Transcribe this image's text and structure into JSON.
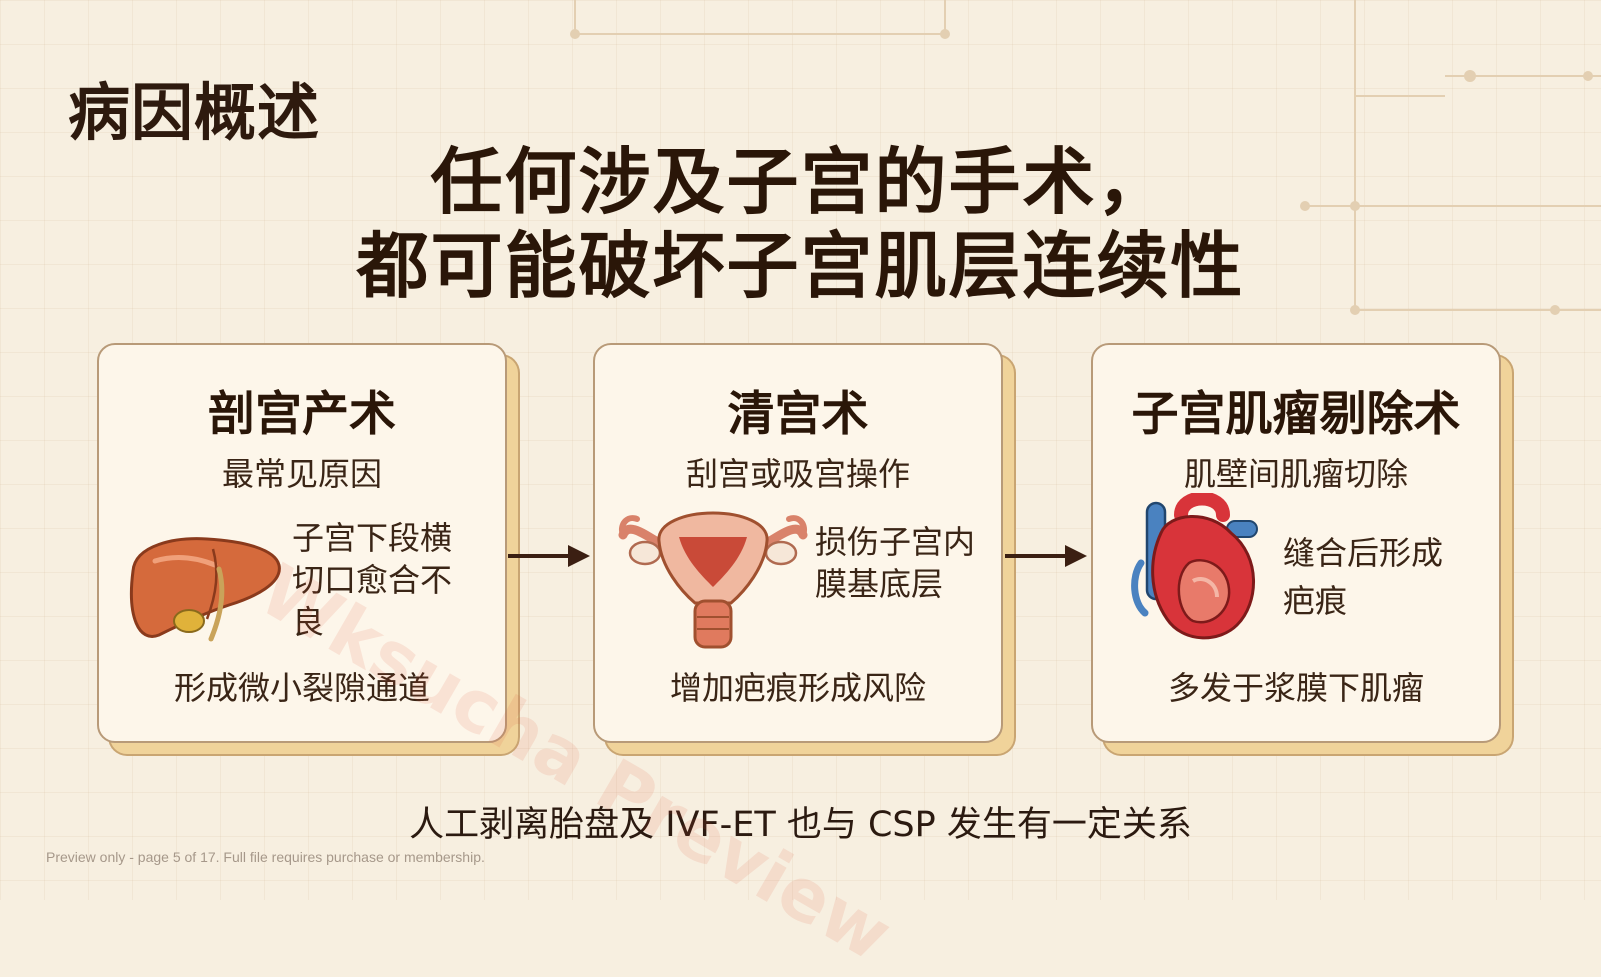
{
  "slide": {
    "section_title": "病因概述",
    "headline_line1": "任何涉及子宫的手术，",
    "headline_line2": "都可能破坏子宫肌层连续性"
  },
  "cards": [
    {
      "title": "剖宫产术",
      "subtitle": "最常见原因",
      "desc": "子宫下段横切口愈合不良",
      "bottom": "形成微小裂隙通道",
      "icon": "liver-illustration"
    },
    {
      "title": "清宫术",
      "subtitle": "刮宫或吸宫操作",
      "desc": "损伤子宫内膜基底层",
      "bottom": "增加疤痕形成风险",
      "icon": "uterus-illustration"
    },
    {
      "title": "子宫肌瘤剔除术",
      "subtitle": "肌壁间肌瘤切除",
      "desc": "缝合后形成疤痕",
      "bottom": "多发于浆膜下肌瘤",
      "icon": "heart-illustration"
    }
  ],
  "footnote": "人工剥离胎盘及 IVF-ET 也与 CSP 发生有一定关系",
  "watermark": "Wksucha Preview",
  "preview_note": "Preview only - page 5 of 17. Full file requires purchase or membership.",
  "colors": {
    "background": "#f7efe0",
    "card_fill": "#fdf6ea",
    "card_border": "#b89a78",
    "card_shadow": "#f0d39a",
    "text_dark": "#2a1608",
    "arrow": "#3b1f12"
  }
}
